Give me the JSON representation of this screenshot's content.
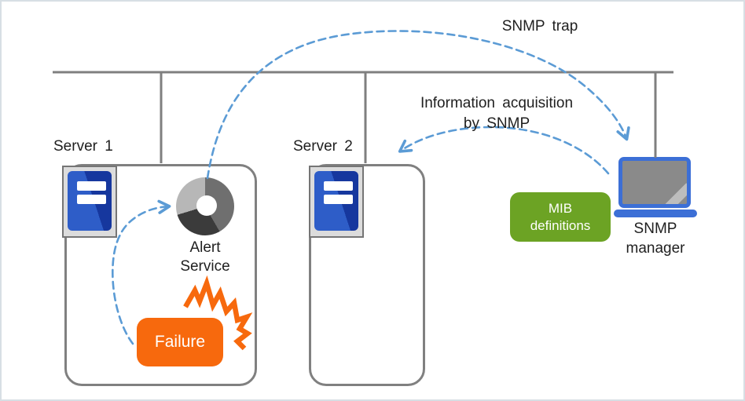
{
  "labels": {
    "snmp_trap": "SNMP trap",
    "info_acquisition_line1": "Information acquisition",
    "info_acquisition_line2": "by SNMP",
    "server1": "Server 1",
    "server2": "Server 2",
    "alert_service_line1": "Alert",
    "alert_service_line2": "Service",
    "failure": "Failure",
    "mib_line1": "MIB",
    "mib_line2": "definitions",
    "snmp_manager_line1": "SNMP",
    "snmp_manager_line2": "manager"
  },
  "icons": {
    "server1": "server-tower-icon",
    "server2": "server-tower-icon",
    "alert_service": "donut-service-icon",
    "failure_burst": "explosion-icon",
    "snmp_manager": "laptop-icon"
  },
  "colors": {
    "arrow_blue": "#5B9BD5",
    "line_gray": "#7F7F7F",
    "box_border_gray": "#808080",
    "failure_orange": "#F7690D",
    "mib_green": "#6CA324",
    "laptop_blue": "#3C6FD6",
    "server_blue_light": "#2E5DC8",
    "server_blue_dark": "#16379E",
    "donut_light": "#B7B7B7",
    "donut_medium": "#6F6F6F",
    "donut_dark": "#3B3B3B"
  }
}
